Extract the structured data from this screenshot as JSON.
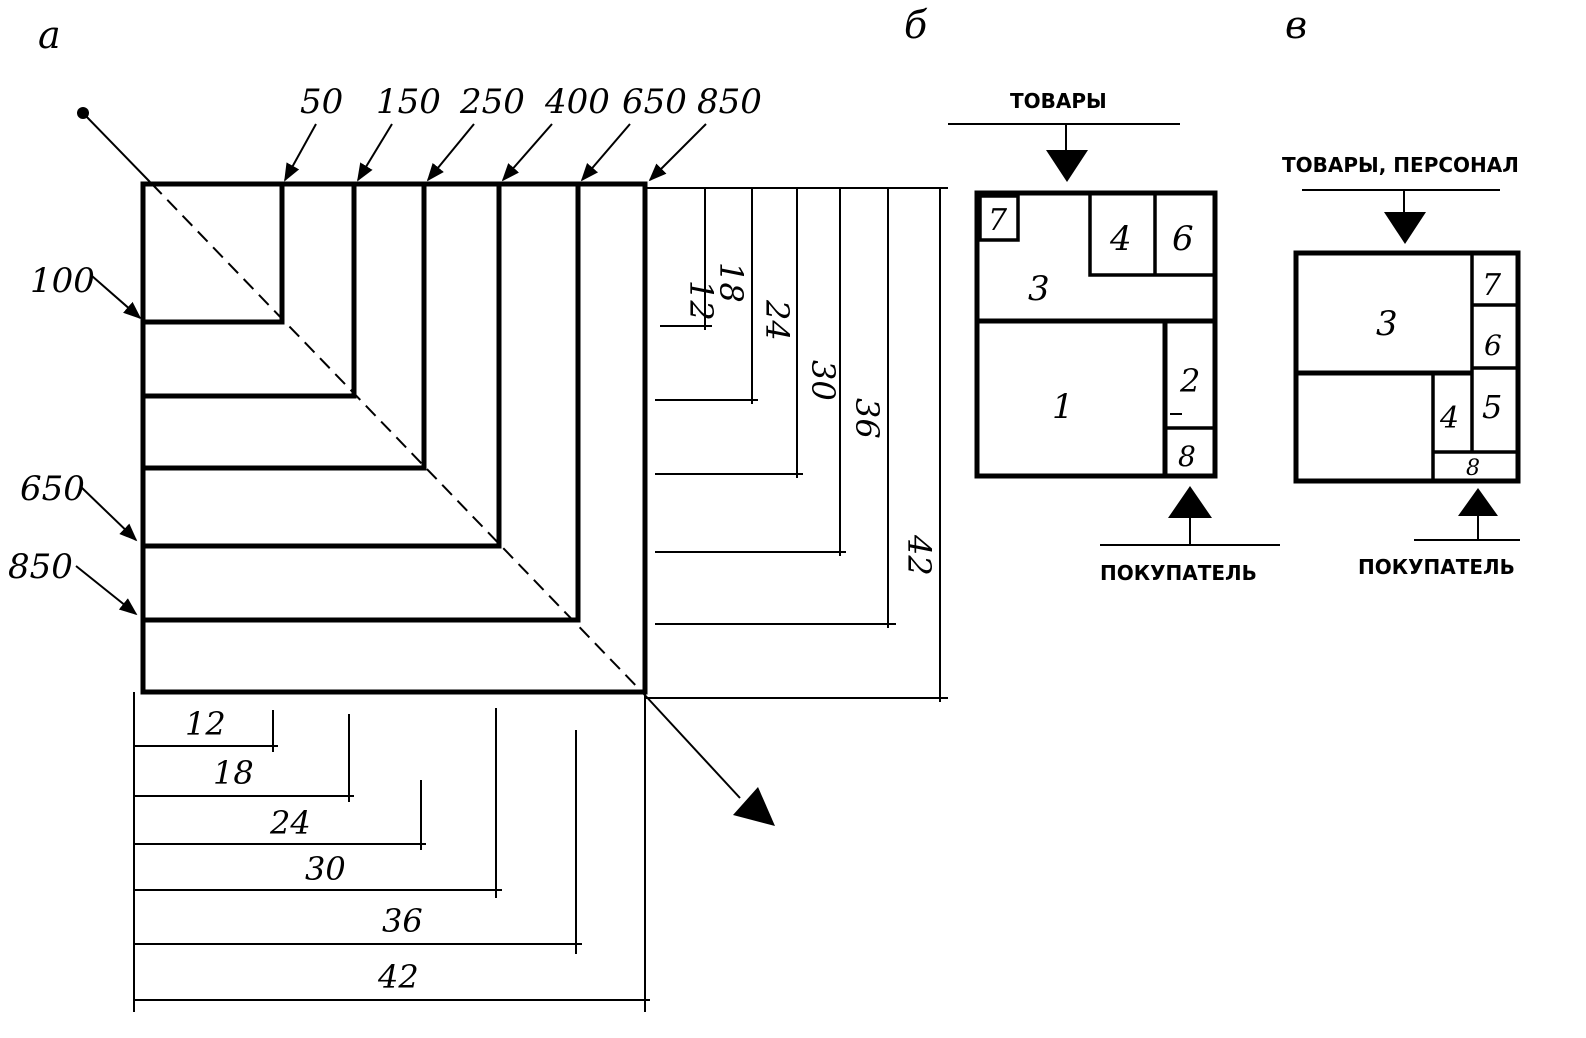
{
  "panels": {
    "a": {
      "letter": "а",
      "top_sizes": [
        "50",
        "150",
        "250",
        "400",
        "650",
        "850"
      ],
      "left_sizes": [
        "100",
        "650",
        "850"
      ],
      "right_dims": [
        "12",
        "18",
        "24",
        "30",
        "36",
        "42"
      ],
      "bottom_dims": [
        "12",
        "18",
        "24",
        "30",
        "36",
        "42"
      ]
    },
    "b": {
      "letter": "б",
      "goods_label": "ТОВАРЫ",
      "buyer_label": "ПОКУПАТЕЛЬ",
      "rooms": [
        "1",
        "2",
        "3",
        "4",
        "6",
        "7",
        "8"
      ]
    },
    "v": {
      "letter": "в",
      "goods_label": "ТОВАРЫ, ПЕРСОНАЛ",
      "buyer_label": "ПОКУПАТЕЛЬ",
      "rooms": [
        "3",
        "4",
        "5",
        "6",
        "7",
        "8"
      ]
    }
  }
}
